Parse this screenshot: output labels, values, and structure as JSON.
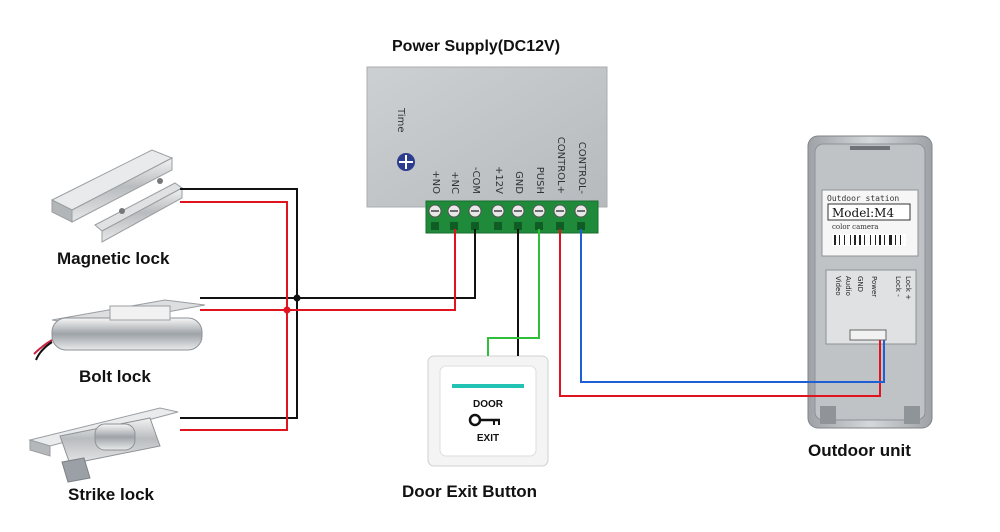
{
  "title": "Power Supply(DC12V)",
  "power_supply": {
    "time_label": "Time",
    "terminals": [
      "+NO",
      "+NC",
      "-COM",
      "+12V",
      "GND",
      "PUSH",
      "CONTROL+",
      "CONTROL-"
    ]
  },
  "devices": {
    "magnetic_lock": "Magnetic lock",
    "bolt_lock": "Bolt lock",
    "strike_lock": "Strike lock",
    "exit_button": "Door Exit Button",
    "outdoor_unit": "Outdoor unit"
  },
  "exit_button": {
    "top_text": "DOOR",
    "bottom_text": "EXIT"
  },
  "outdoor_unit": {
    "header": "Outdoor station",
    "model": "Model:M4",
    "subtitle": "color camera",
    "port_labels": [
      "Video",
      "Audio",
      "GND",
      "Power",
      "Lock -",
      "Lock +"
    ]
  },
  "wire_colors": {
    "black": "#111111",
    "red": "#e0141e",
    "green": "#2fbf3a",
    "blue": "#1f5fd6"
  }
}
